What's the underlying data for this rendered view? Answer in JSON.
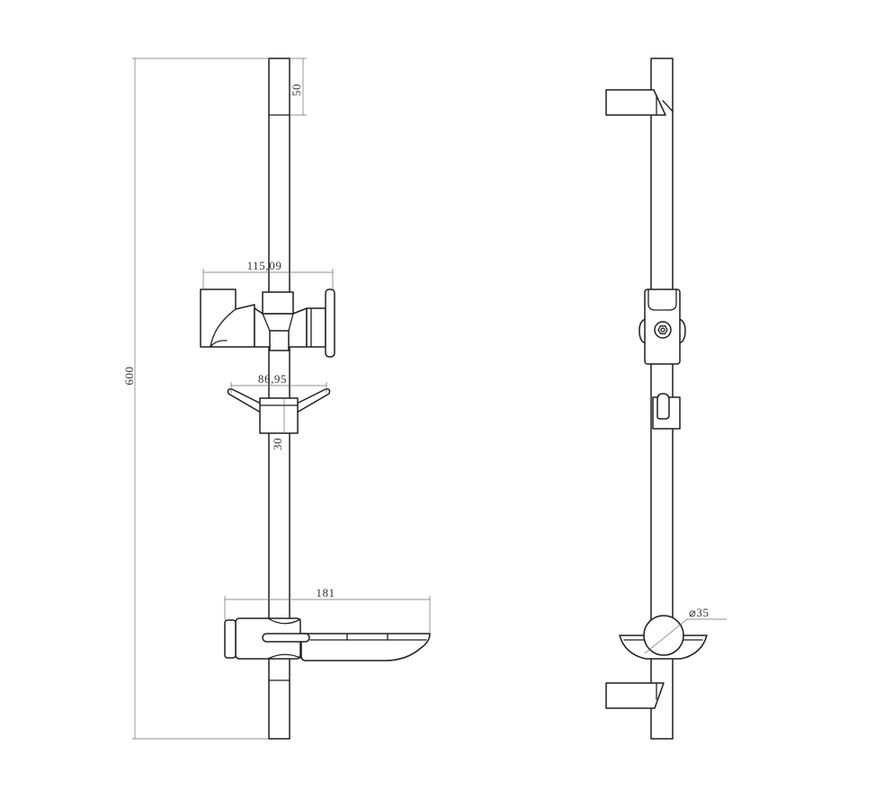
{
  "colors": {
    "outline": "#1e1e1e",
    "dimension": "#6b6b6b",
    "background": "#ffffff"
  },
  "dimensions": {
    "top_cap": "50",
    "overall_height": "600",
    "holder_width": "115,09",
    "hook_width": "86,95",
    "hook_height": "30",
    "dish_width": "181",
    "rail_diameter": "⌀35"
  }
}
